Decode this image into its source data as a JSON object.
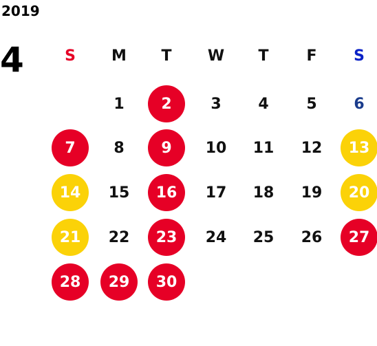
{
  "year": "2019",
  "month": "4",
  "weekdays": [
    "S",
    "M",
    "T",
    "W",
    "T",
    "F",
    "S"
  ],
  "colors": {
    "holiday_red": "#e60026",
    "highlight_yellow": "#fbd208",
    "sunday_text": "#e60026",
    "saturday_text": "#0a21c6",
    "saturday_day_text": "#1a3c8c"
  },
  "weeks": [
    [
      {
        "date": "",
        "mark": "none"
      },
      {
        "date": "1",
        "mark": "none"
      },
      {
        "date": "2",
        "mark": "red"
      },
      {
        "date": "3",
        "mark": "none"
      },
      {
        "date": "4",
        "mark": "none"
      },
      {
        "date": "5",
        "mark": "none"
      },
      {
        "date": "6",
        "mark": "none"
      }
    ],
    [
      {
        "date": "7",
        "mark": "red"
      },
      {
        "date": "8",
        "mark": "none"
      },
      {
        "date": "9",
        "mark": "red"
      },
      {
        "date": "10",
        "mark": "none"
      },
      {
        "date": "11",
        "mark": "none"
      },
      {
        "date": "12",
        "mark": "none"
      },
      {
        "date": "13",
        "mark": "yellow"
      }
    ],
    [
      {
        "date": "14",
        "mark": "yellow"
      },
      {
        "date": "15",
        "mark": "none"
      },
      {
        "date": "16",
        "mark": "red"
      },
      {
        "date": "17",
        "mark": "none"
      },
      {
        "date": "18",
        "mark": "none"
      },
      {
        "date": "19",
        "mark": "none"
      },
      {
        "date": "20",
        "mark": "yellow"
      }
    ],
    [
      {
        "date": "21",
        "mark": "yellow"
      },
      {
        "date": "22",
        "mark": "none"
      },
      {
        "date": "23",
        "mark": "red"
      },
      {
        "date": "24",
        "mark": "none"
      },
      {
        "date": "25",
        "mark": "none"
      },
      {
        "date": "26",
        "mark": "none"
      },
      {
        "date": "27",
        "mark": "red"
      }
    ],
    [
      {
        "date": "28",
        "mark": "red"
      },
      {
        "date": "29",
        "mark": "red"
      },
      {
        "date": "30",
        "mark": "red"
      },
      {
        "date": "",
        "mark": "none"
      },
      {
        "date": "",
        "mark": "none"
      },
      {
        "date": "",
        "mark": "none"
      },
      {
        "date": "",
        "mark": "none"
      }
    ]
  ]
}
